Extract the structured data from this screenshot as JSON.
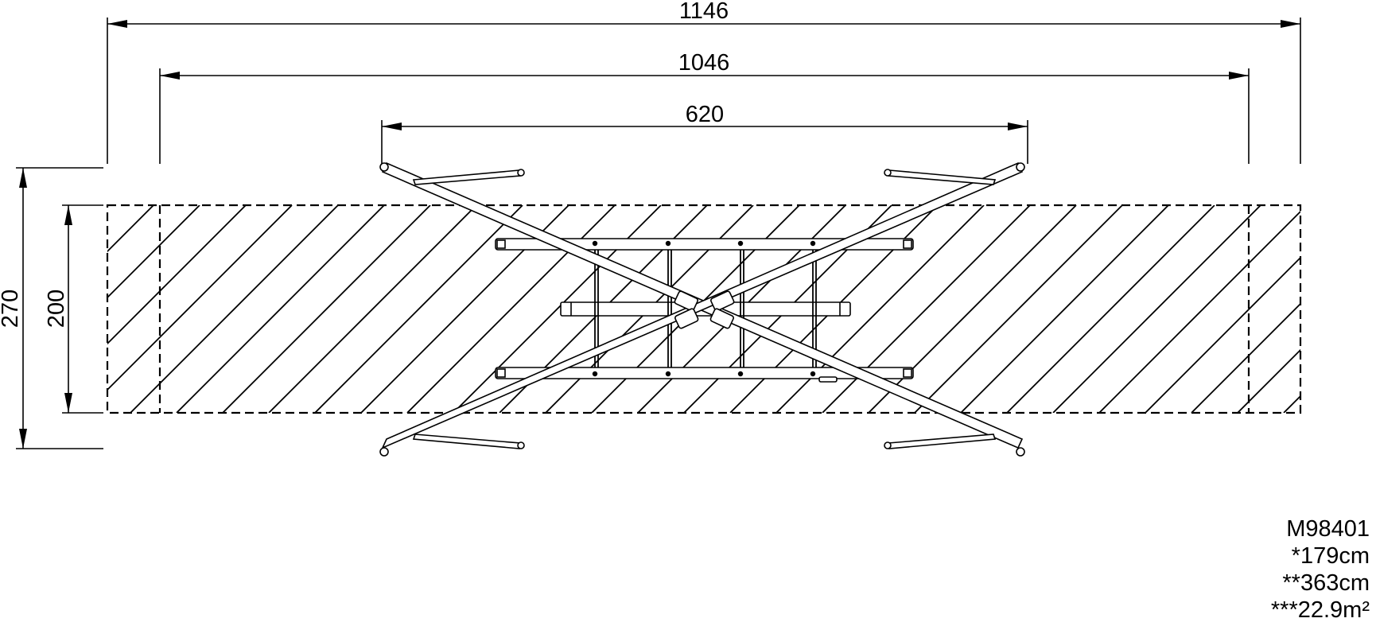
{
  "drawing": {
    "dimensions": {
      "overall_width": "1146",
      "safety_zone_width": "1046",
      "frame_width": "620",
      "overall_depth": "270",
      "safety_zone_depth": "200"
    },
    "spec": {
      "model": "M98401",
      "line1": "*179cm",
      "line2": "**363cm",
      "line3": "***22.9m²"
    },
    "colors": {
      "line": "#000000",
      "background": "#ffffff"
    }
  }
}
